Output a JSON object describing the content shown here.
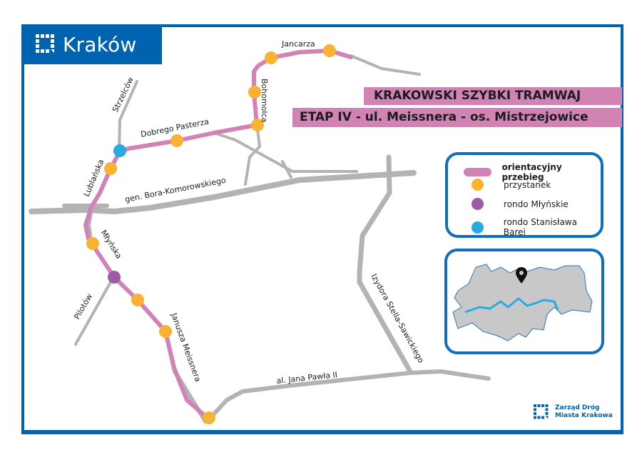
{
  "header": {
    "logo_text": "Kraków",
    "logo_icon": "krakow-grid-logo-icon"
  },
  "titles": {
    "line1": "KRAKOWSKI SZYBKI TRAMWAJ",
    "line2": "ETAP IV - ul. Meissnera - os. Mistrzejowice"
  },
  "legend": {
    "items": [
      {
        "label": "orientacyjny przebieg",
        "type": "line",
        "color": "#d283b5"
      },
      {
        "label": "przystanek",
        "type": "dot",
        "color": "#f9b233"
      },
      {
        "label": "rondo Młyńskie",
        "type": "dot",
        "color": "#9b5ba5"
      },
      {
        "label": "rondo Stanisława Barei",
        "type": "dot",
        "color": "#2aaae2"
      }
    ]
  },
  "streets": {
    "jancarza": "Jancarza",
    "bohomolca": "Bohomolca",
    "strzelcow": "Strzelców",
    "dobrego_pasterza": "Dobrego Pasterza",
    "lublanska": "Lublańska",
    "bora_komorowskiego": "gen. Bora-Komorowskiego",
    "mlynska": "Młyńska",
    "pilotow": "Pilotów",
    "meissnera": "Janusza Meissnera",
    "jana_pawla": "al. Jana Pawła II",
    "stella_sawickiego": "Izydora Stella-Sawickiego"
  },
  "footer": {
    "org_line1": "Zarząd Dróg",
    "org_line2": "Miasta Krakowa"
  },
  "colors": {
    "brand_blue": "#0063b0",
    "route_pink": "#d283b5",
    "stop_orange": "#f9b233",
    "roundabout_purple": "#9b5ba5",
    "roundabout_blue": "#2aaae2",
    "road_gray": "#b3b3b3"
  }
}
